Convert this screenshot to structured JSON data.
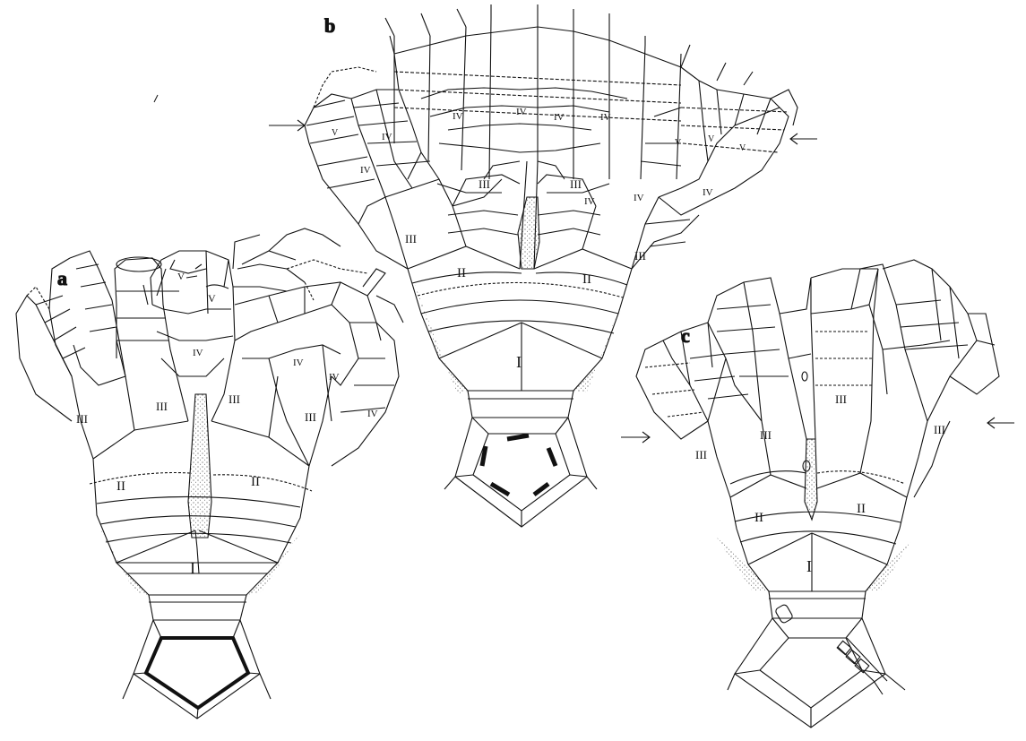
{
  "panels": [
    {
      "id": "a",
      "letter": "a",
      "labels": [
        "I",
        "II",
        "II",
        "III",
        "III",
        "III",
        "III",
        "IV",
        "IV",
        "IV",
        "IV",
        "V",
        "V"
      ]
    },
    {
      "id": "b",
      "letter": "b",
      "labels": [
        "I",
        "II",
        "II",
        "III",
        "III",
        "III",
        "III",
        "IV",
        "IV",
        "IV",
        "IV",
        "IV",
        "IV",
        "IV",
        "IV",
        "IV",
        "V",
        "V",
        "V",
        "V"
      ],
      "has_arrows": true
    },
    {
      "id": "c",
      "letter": "c",
      "labels": [
        "I",
        "II",
        "II",
        "III",
        "III",
        "III",
        "III"
      ],
      "has_arrows": true
    }
  ],
  "colors": {
    "line": "#111111",
    "stipple": "#555555",
    "background": "#ffffff"
  }
}
